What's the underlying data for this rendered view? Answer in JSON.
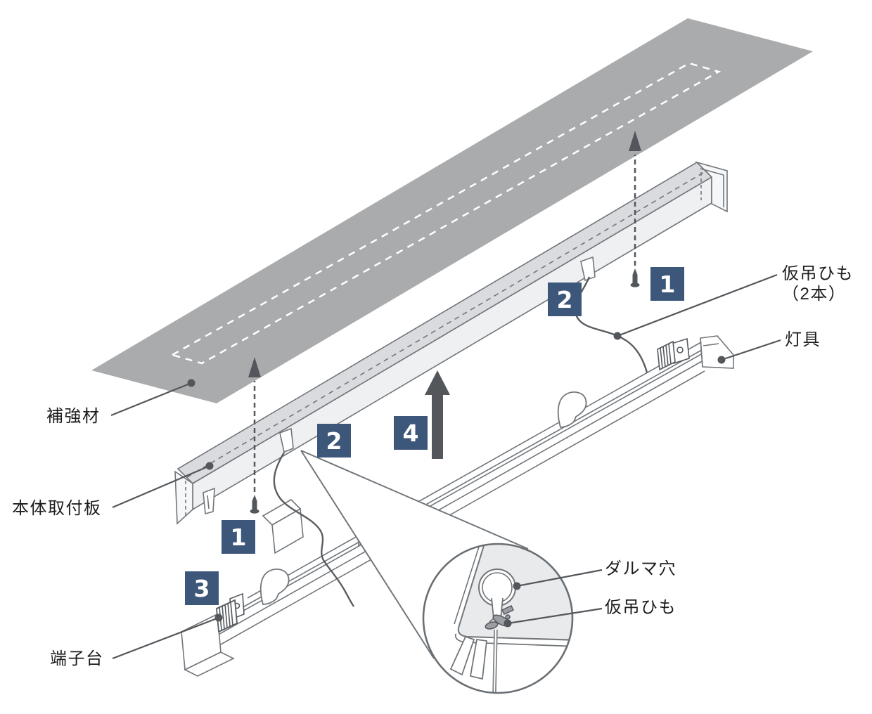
{
  "diagram": {
    "labels": {
      "reinforcement": "補強材",
      "mounting_plate": "本体取付板",
      "terminal_block": "端子台",
      "temp_string_top": "仮吊ひも",
      "temp_string_top_count": "（2本）",
      "fixture": "灯具",
      "daruma_hole": "ダルマ穴",
      "temp_string_detail": "仮吊ひも"
    },
    "steps": {
      "s1": "1",
      "s2": "2",
      "s3": "3",
      "s4": "4"
    },
    "colors": {
      "badge_bg": "#3d577b",
      "badge_text": "#ffffff",
      "panel_gray": "#a9abad",
      "plate_top_gray": "#d9dbde",
      "plate_front_gray": "#eef0f2",
      "outline_gray": "#71767b",
      "leader_gray": "#53575b",
      "label_text": "#1d1d1f"
    }
  }
}
